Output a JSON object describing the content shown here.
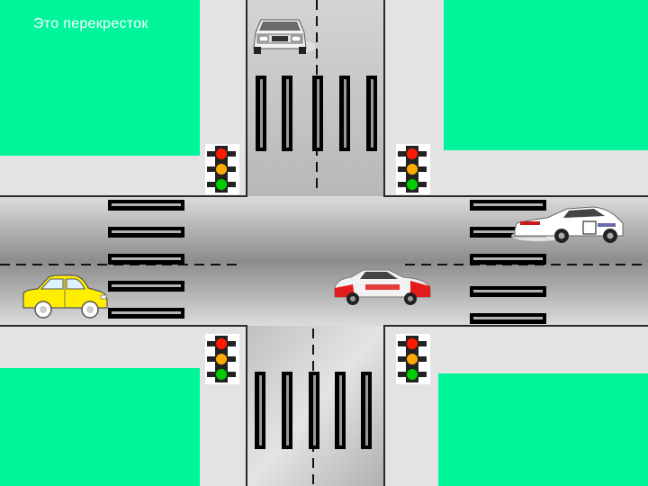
{
  "slide": {
    "caption": "Это перекресток"
  },
  "colors": {
    "lawn": "#00f59a",
    "sidewalk": "#e2e2e2",
    "road_light": "#d8d8d8",
    "road_dark": "#8a8a8a",
    "curb": "#2a2a2a",
    "crosswalk_stripe": "#000000",
    "light_red": "#ff1a00",
    "light_amber": "#ffaa00",
    "light_green": "#00cc00",
    "taxi_yellow": "#ffee00"
  },
  "scene": {
    "traffic_lights": [
      "traffic-light-top-left",
      "traffic-light-top-right",
      "traffic-light-bottom-left",
      "traffic-light-bottom-right"
    ],
    "vehicles": [
      "white-car-top",
      "yellow-taxi-car",
      "red-white-race-car",
      "white-race-car"
    ]
  }
}
